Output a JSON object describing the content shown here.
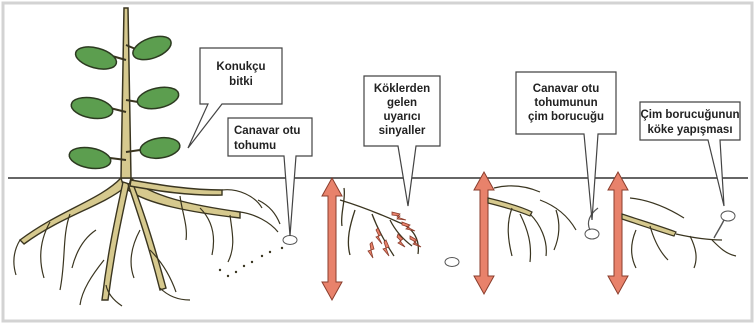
{
  "callouts": {
    "host_plant": {
      "line1": "Konukçu",
      "line2": "bitki"
    },
    "broomrape_seed": {
      "line1": "Canavar otu",
      "line2": "tohumu"
    },
    "root_signals": {
      "line1": "Köklerden",
      "line2": "gelen",
      "line3": "uyarıcı",
      "line4": "sinyaller"
    },
    "germ_tube": {
      "line1": "Canavar otu",
      "line2": "tohumunun",
      "line3": "çim borucuğu"
    },
    "attachment": {
      "line1": "Çim borucuğunun",
      "line2": "köke yapışması"
    }
  },
  "colors": {
    "plant_fill": "#d6c98e",
    "plant_stroke": "#3a3520",
    "leaf_fill": "#5c9e4f",
    "arrow_fill": "#e8826b",
    "signal_fill": "#e8826b",
    "soil_line": "#333333",
    "frame": "#cfcfcf"
  }
}
